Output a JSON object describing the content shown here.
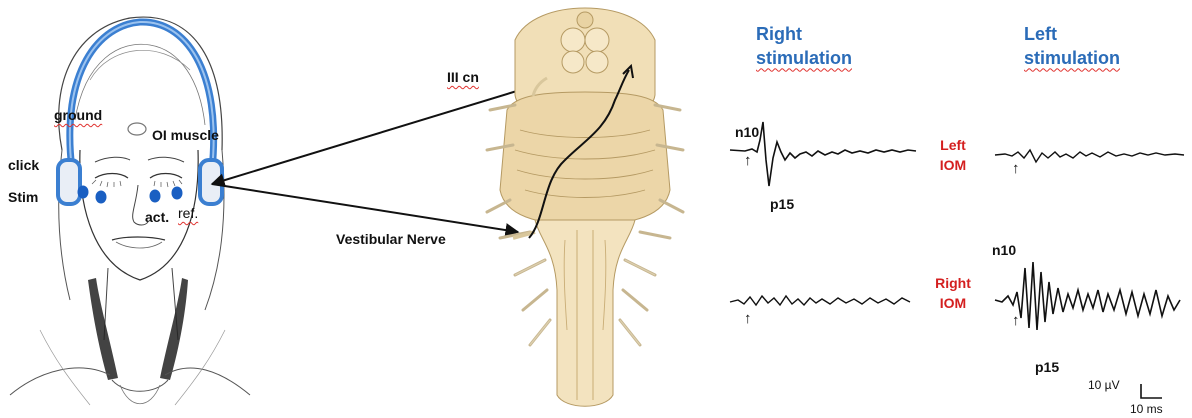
{
  "face": {
    "ground": "ground",
    "oi_muscle": "OI muscle",
    "click": "click",
    "stim": "Stim",
    "act": "act.",
    "ref": "ref."
  },
  "brainstem": {
    "iii_cn": "III cn",
    "vestibular_nerve": "Vestibular Nerve"
  },
  "traces": {
    "right_stim_line1": "Right",
    "right_stim_line2": "stimulation",
    "left_stim_line1": "Left",
    "left_stim_line2": "stimulation",
    "left_iom_line1": "Left",
    "left_iom_line2": "IOM",
    "right_iom_line1": "Right",
    "right_iom_line2": "IOM",
    "n10_top": "n10",
    "p15_top": "p15",
    "n10_bottom": "n10",
    "p15_bottom": "p15",
    "scale_uv": "10 µV",
    "scale_ms": "10 ms",
    "onset_marker": "↑"
  },
  "colors": {
    "stim_blue": "#2b6cb8",
    "iom_red": "#d41f1f",
    "headphone_blue": "#3b7fd1",
    "electrode_blue": "#1a5fc2",
    "brainstem_fill": "#f1dfb7"
  }
}
